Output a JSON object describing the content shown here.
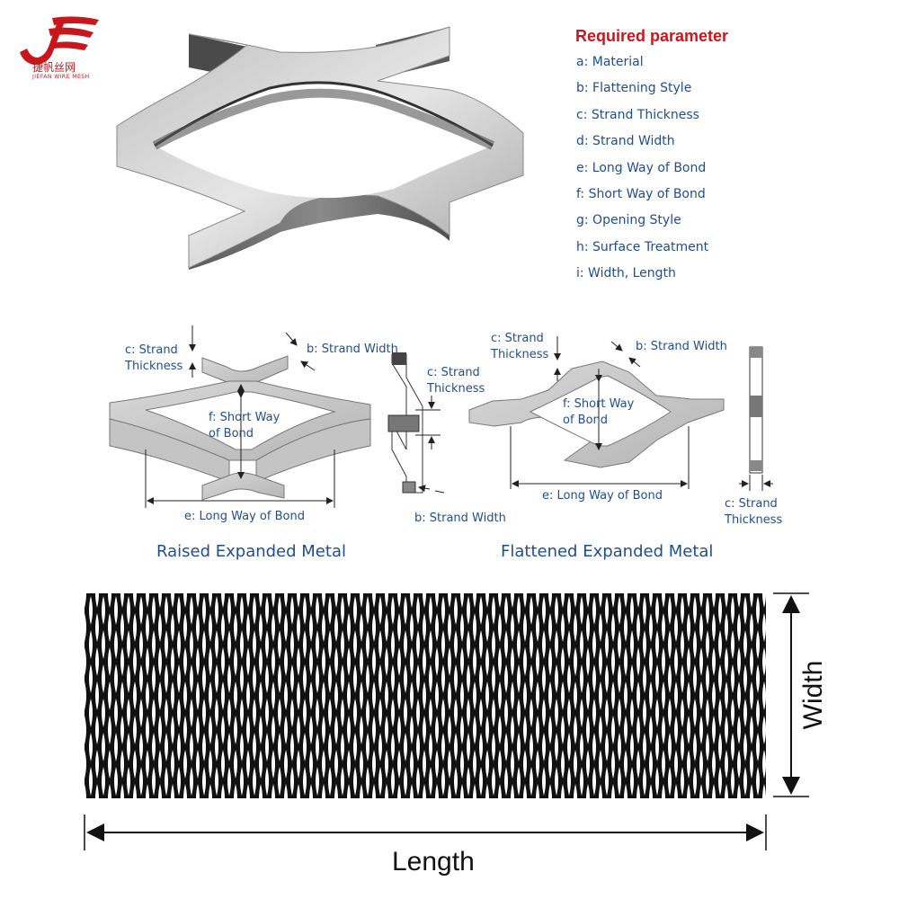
{
  "logo": {
    "cn": "捷帆丝网",
    "en": "JIEFAN WIRE MESH",
    "color": "#c8161d"
  },
  "parameters": {
    "title": "Required parameter",
    "items": [
      "a: Material",
      "b: Flattening Style",
      "c: Strand Thickness",
      "d: Strand Width",
      "e: Long Way of Bond",
      "f: Short Way of Bond",
      "g: Opening Style",
      "h: Surface Treatment",
      "i: Width, Length"
    ]
  },
  "raised": {
    "caption": "Raised Expanded Metal",
    "strand_thickness": [
      "c: Strand",
      "Thickness"
    ],
    "strand_width": "b: Strand Width",
    "short_way": [
      "f: Short Way",
      "of Bond"
    ],
    "long_way": "e: Long Way of Bond",
    "side_thickness": [
      "c: Strand",
      "Thickness"
    ],
    "side_width": "b: Strand Width"
  },
  "flattened": {
    "caption": "Flattened Expanded Metal",
    "strand_thickness": [
      "c: Strand",
      "Thickness"
    ],
    "strand_width": "b: Strand Width",
    "short_way": [
      "f: Short Way",
      "of Bond"
    ],
    "long_way": "e: Long Way of Bond",
    "side_thickness": [
      "c: Strand",
      "Thickness"
    ]
  },
  "sheet": {
    "width_label": "Width",
    "length_label": "Length"
  },
  "colors": {
    "label": "#1f4e8c",
    "title": "#c8161d",
    "metal": "#c9c9c9"
  }
}
